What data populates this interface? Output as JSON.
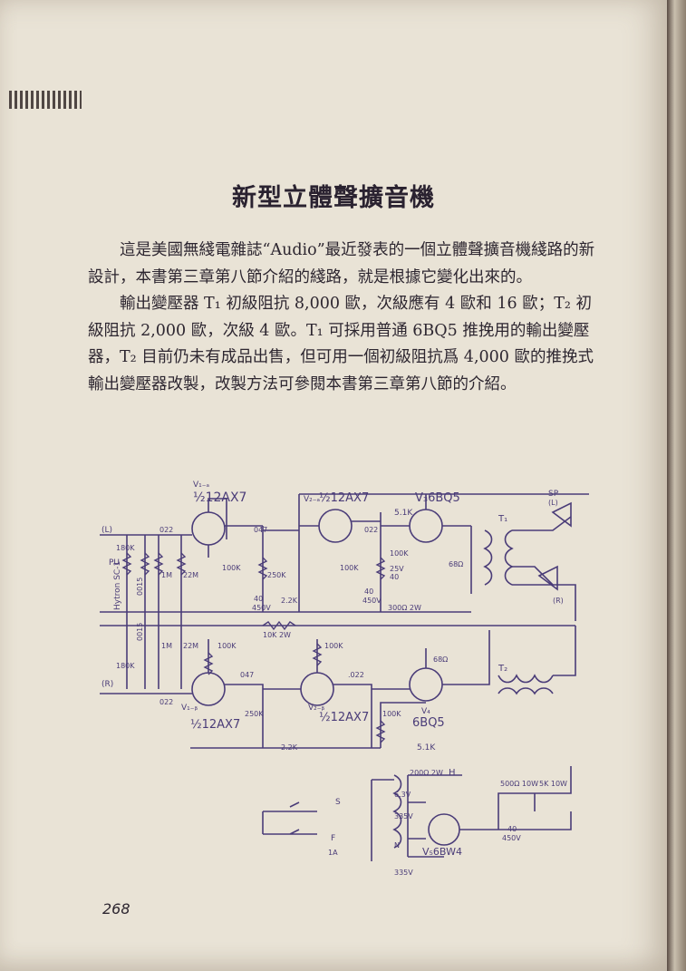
{
  "title": "新型立體聲擴音機",
  "paragraphs": [
    "這是美國無綫電雜誌“Audio”最近發表的一個立體聲擴音機綫路的新設計，本書第三章第八節介紹的綫路，就是根據它變化出來的。",
    "輸出變壓器 T₁ 初級阻抗 8,000 歐，次級應有 4 歐和 16 歐；T₂ 初級阻抗 2,000 歐，次級 4 歐。T₁ 可採用普通 6BQ5 推挽用的輸出變壓器，T₂ 目前仍未有成品出售，但可用一個初級阻抗爲 4,000 歐的推挽式輸出變壓器改製，改製方法可參閱本書第三章第八節的介紹。"
  ],
  "schematic": {
    "color": "#4a3c78",
    "labels": {
      "v1a_id": "V₁₋ₐ",
      "v1a_tube": "½12AX7",
      "v2a_id": "V₂₋ₐ",
      "v2a_tube": "½12AX7",
      "v3": "V₃6BQ5",
      "v1b_id": "V₁₋ᵦ",
      "v1b_tube": "½12AX7",
      "v2b_id": "V₂₋ᵦ",
      "v2b_tube": "½12AX7",
      "v4_id": "V₄",
      "v4_tube": "6BQ5",
      "v5": "V₅6BW4",
      "t1": "T₁",
      "t2": "T₂",
      "sp": "SP",
      "sp_l": "(L)",
      "sp_r": "(R)",
      "in_l": "(L)",
      "in_r": "(R)",
      "pu": "PU",
      "cartridge": "Hytron SC-1",
      "c022a": "022",
      "c047a": "047",
      "c022b": "022",
      "c022c": "022",
      "c047b": "047",
      "c022d": ".022",
      "r180k_a": "180K",
      "r180k_b": "180K",
      "c0015_a": "0015",
      "c0015_b": "0015",
      "r1m_a": "1M",
      "r1m_b": "1M",
      "r22m_a": "22M",
      "r22m_b": "22M",
      "r100k_a": "100K",
      "r250k_a": "250K",
      "r22k_a": "2.2K",
      "r100k_b": "100K",
      "r100k_c": "100K",
      "c40a": "40",
      "c40a_v": "450V",
      "c25v": "25V",
      "c40b": "40",
      "c40c": "40",
      "c40c_v": "450V",
      "r300_2w": "300Ω 2W",
      "r68_a": "68Ω",
      "r68_b": "68Ω",
      "r51k_a": "5.1K",
      "r51k_b": "5.1K",
      "r10k_2w": "10K  2W",
      "r100k_d": "100K",
      "r100k_e": "100K",
      "r100k_f": "100K",
      "r250k_b": "250K",
      "r22k_b": "2.2K",
      "r200_2w": "200Ω 2W",
      "h": "H",
      "v63": "6.3V",
      "v335a": "335V",
      "v335b": "335V",
      "n": "N",
      "s": "S",
      "f": "F",
      "f1a": "1A",
      "r500_10w": "500Ω 10W",
      "r5k_10w": "5K 10W",
      "c40d": "40",
      "c40d_v": "450V"
    }
  },
  "page_number": "268"
}
